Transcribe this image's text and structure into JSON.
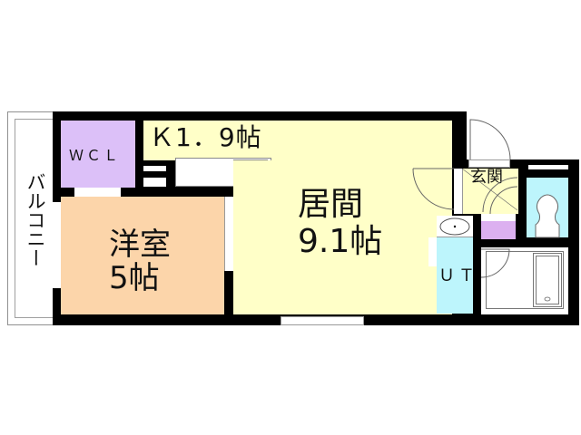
{
  "floorplan": {
    "rooms": {
      "balcony": {
        "label": "バルコニー",
        "color": "#ffffff"
      },
      "wcl": {
        "label": "ＷＣＬ",
        "color": "#dcc0f8"
      },
      "kitchen": {
        "label": "Ｋ1．9帖",
        "color": "#ffffc8"
      },
      "western_room": {
        "name": "洋室",
        "size": "5帖",
        "color": "#fcd5aa"
      },
      "living": {
        "name": "居間",
        "size": "9.1帖",
        "color": "#ffffc8"
      },
      "entrance": {
        "label": "玄関",
        "color": "#ffffc8"
      },
      "ut": {
        "label": "ＵＴ",
        "color": "#bdf5fc"
      },
      "toilet": {
        "color": "#bdf5fc"
      },
      "storage": {
        "color": "#dcb0f0"
      },
      "bath": {
        "color": "#ffffff"
      }
    },
    "colors": {
      "wall": "#000000",
      "outline": "#808080"
    }
  }
}
